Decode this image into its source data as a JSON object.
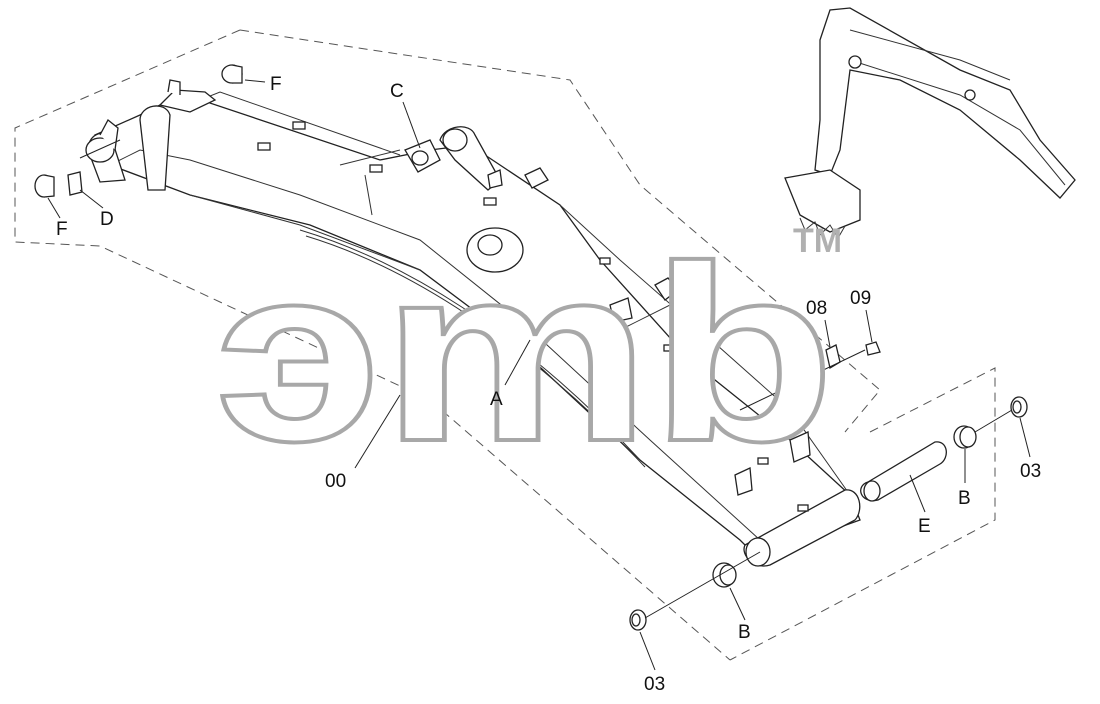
{
  "watermark": {
    "text": "эmb",
    "trademark": "TM"
  },
  "labels": {
    "A": "A",
    "B_right": "B",
    "B_bottom": "B",
    "C": "C",
    "D": "D",
    "E": "E",
    "F_top": "F",
    "F_left": "F",
    "part_00": "00",
    "part_03_right": "03",
    "part_03_bottom": "03",
    "part_08": "08",
    "part_09": "09"
  }
}
